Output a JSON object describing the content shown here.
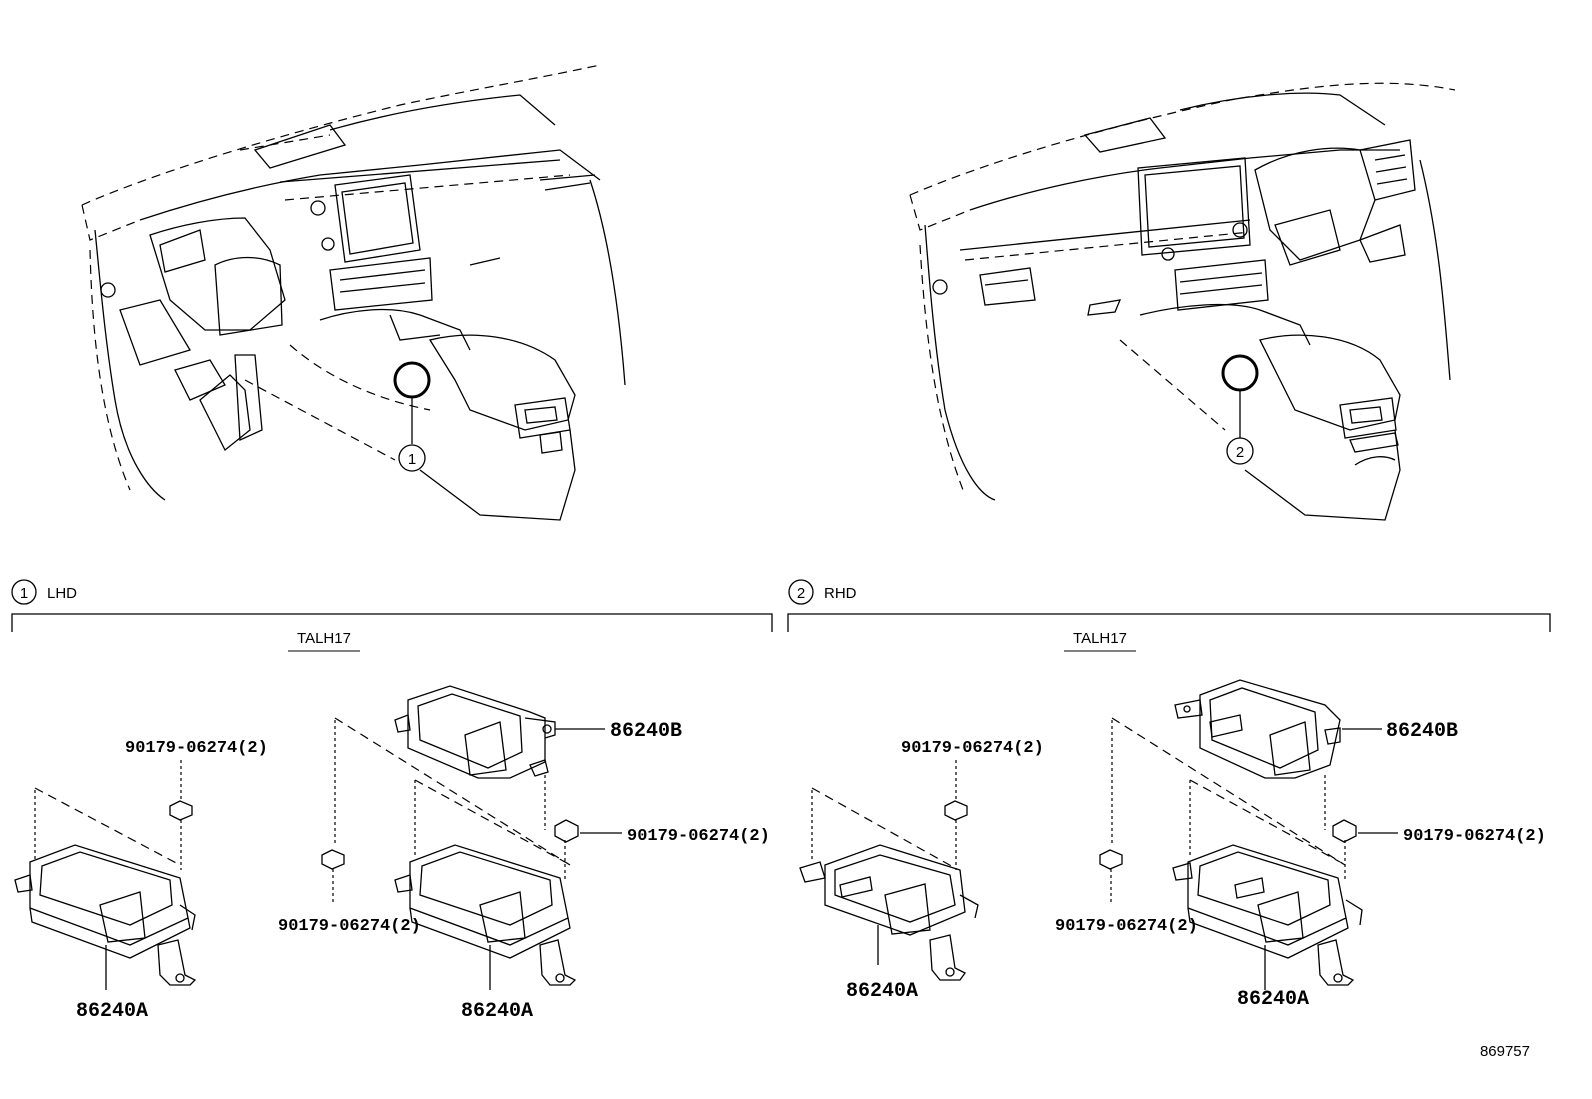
{
  "sections": [
    {
      "callout_number": "1",
      "drive_side": "LHD",
      "model_code": "TALH17",
      "parts": {
        "left_unit": "86240A",
        "right_unit_lower": "86240A",
        "right_unit_upper": "86240B",
        "fastener_left": "90179-06274(2)",
        "fastener_mid": "90179-06274(2)",
        "fastener_right": "90179-06274(2)"
      }
    },
    {
      "callout_number": "2",
      "drive_side": "RHD",
      "model_code": "TALH17",
      "parts": {
        "left_unit": "86240A",
        "right_unit_lower": "86240A",
        "right_unit_upper": "86240B",
        "fastener_left": "90179-06274(2)",
        "fastener_mid": "90179-06274(2)",
        "fastener_right": "90179-06274(2)"
      }
    }
  ],
  "illustration_number": "869757"
}
